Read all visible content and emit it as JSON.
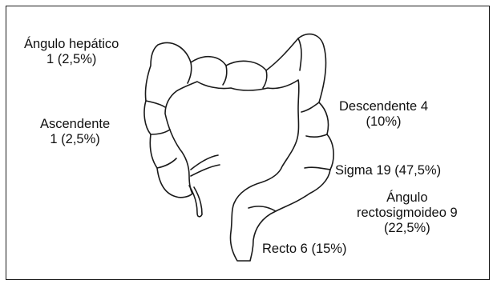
{
  "labels": {
    "hepatic": {
      "line1": "Ángulo hepático",
      "line2": "1 (2,5%)"
    },
    "ascending": {
      "line1": "Ascendente",
      "line2": "1 (2,5%)"
    },
    "descending": {
      "line1": "Descendente 4",
      "line2": "(10%)"
    },
    "sigmoid": {
      "text": "Sigma 19 (47,5%)"
    },
    "rectosigmoid": {
      "line1": "Ángulo",
      "line2": "rectosigmoideo 9",
      "line3": "(22,5%)"
    },
    "rectum": {
      "text": "Recto 6 (15%)"
    }
  },
  "colors": {
    "stroke": "#1a1a1a",
    "background": "#ffffff",
    "text": "#111111"
  }
}
